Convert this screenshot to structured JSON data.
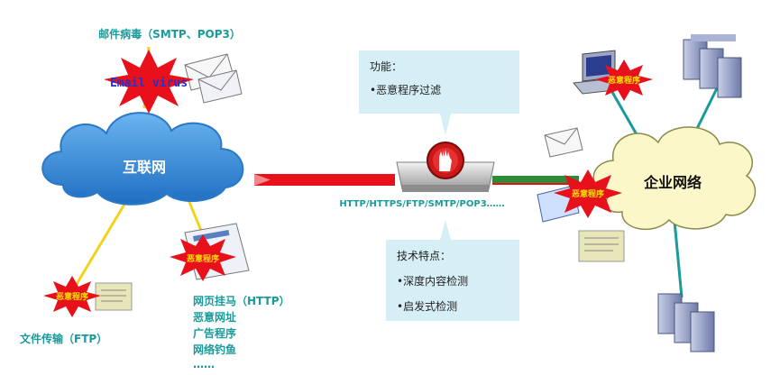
{
  "internet": {
    "label": "互联网"
  },
  "enterprise": {
    "label": "企业网络"
  },
  "email_virus": {
    "title": "邮件病毒（SMTP、POP3）",
    "tag": "Email virus"
  },
  "ftp": {
    "label": "文件传输（FTP）"
  },
  "malware_tag": "恶意程序",
  "web_threats": [
    "网页挂马（HTTP）",
    "恶意网址",
    "广告程序",
    "网络钓鱼",
    "……"
  ],
  "protocols": "HTTP/HTTPS/FTP/SMTP/POP3……",
  "function_box": {
    "title": "功能：",
    "items": [
      "•恶意程序过滤"
    ]
  },
  "tech_box": {
    "title": "技术特点：",
    "items": [
      "•深度内容检测",
      "•启发式检测"
    ]
  },
  "colors": {
    "teal": "#1a9a9a",
    "red_line": "#e8101a",
    "green_line": "#2e8b3a",
    "cloud_blue": "#3d8fd8",
    "cloud_yellow": "#fbf7c8",
    "callout": "#d6eef6"
  }
}
